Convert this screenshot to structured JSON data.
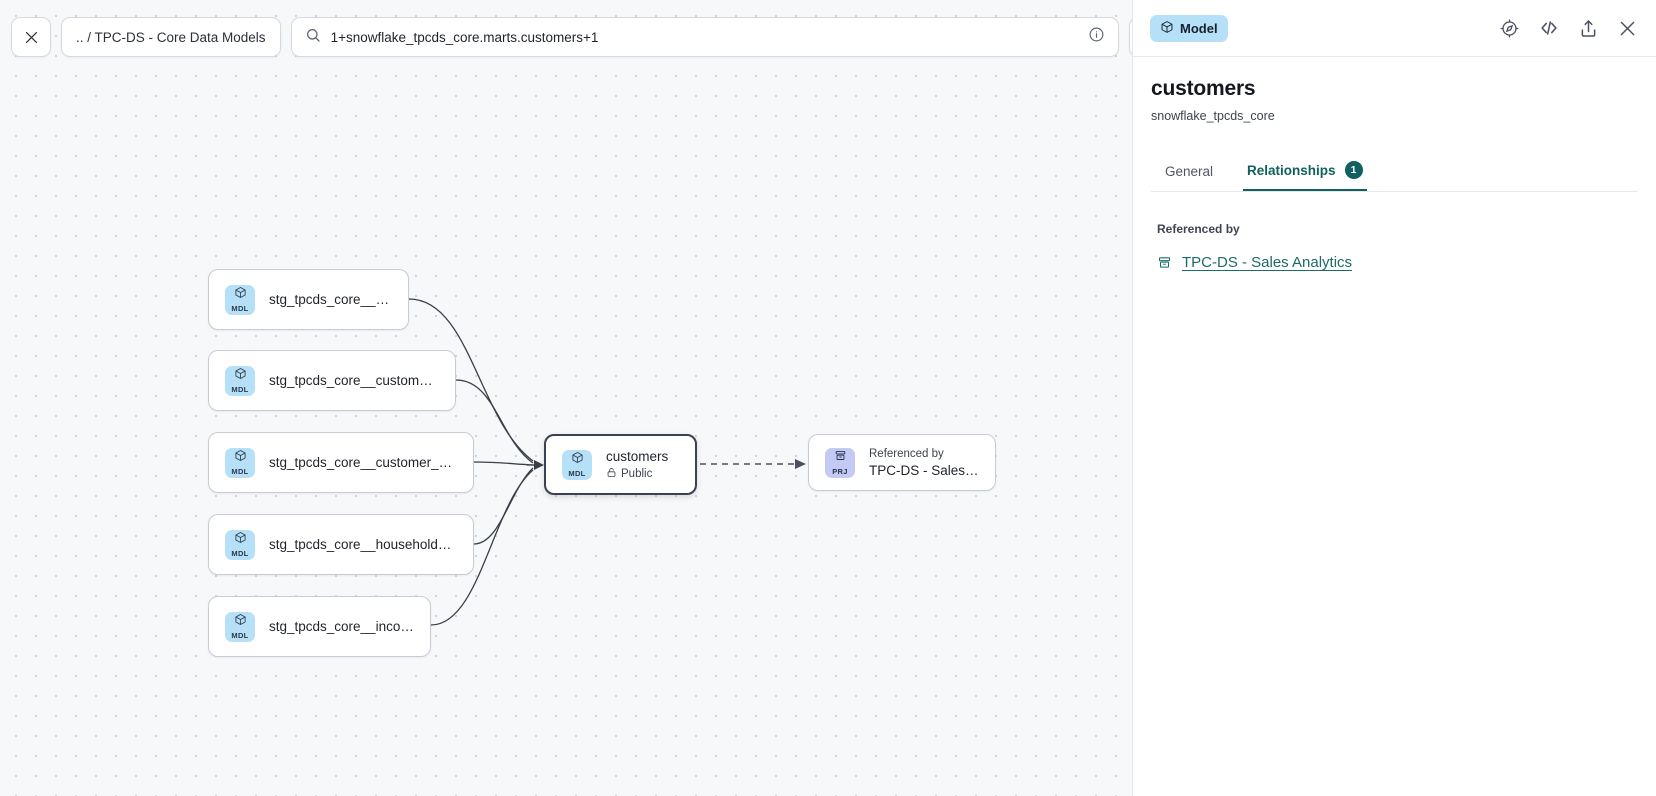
{
  "toolbar": {
    "close_icon": "close-icon",
    "breadcrumb": ".. / TPC-DS - Core Data Models",
    "search_icon": "search-icon",
    "search_value": "1+snowflake_tpcds_core.marts.customers+1",
    "info_icon": "info-icon",
    "refresh_icon": "refresh-icon"
  },
  "graph": {
    "nodes": [
      {
        "id": "stg-customer",
        "badge": "MDL",
        "badge_icon": "cube-icon",
        "label": "stg_tpcds_core__customer"
      },
      {
        "id": "stg-customer-address",
        "badge": "MDL",
        "badge_icon": "cube-icon",
        "label": "stg_tpcds_core__customer_address"
      },
      {
        "id": "stg-customer-demographics",
        "badge": "MDL",
        "badge_icon": "cube-icon",
        "label": "stg_tpcds_core__customer_demogra…"
      },
      {
        "id": "stg-household-demographics",
        "badge": "MDL",
        "badge_icon": "cube-icon",
        "label": "stg_tpcds_core__household_demogr…"
      },
      {
        "id": "stg-income-band",
        "badge": "MDL",
        "badge_icon": "cube-icon",
        "label": "stg_tpcds_core__income_band"
      }
    ],
    "focus_node": {
      "badge": "MDL",
      "badge_icon": "cube-icon",
      "label": "customers",
      "visibility": "Public",
      "visibility_icon": "lock-icon"
    },
    "project_node": {
      "badge": "PRJ",
      "badge_icon": "project-icon",
      "kicker": "Referenced by",
      "label": "TPC-DS - Sales Analytics"
    }
  },
  "panel": {
    "chip_label": "Model",
    "chip_icon": "cube-icon",
    "chip_color": "#b6e0f7",
    "actions": [
      {
        "name": "explore-icon"
      },
      {
        "name": "code-icon"
      },
      {
        "name": "share-icon"
      },
      {
        "name": "close-icon"
      }
    ],
    "title": "customers",
    "subtitle": "snowflake_tpcds_core",
    "accent_color": "#10605f",
    "tabs": [
      {
        "label": "General",
        "active": false,
        "count": null
      },
      {
        "label": "Relationships",
        "active": true,
        "count": "1"
      }
    ],
    "section_label": "Referenced by",
    "references": [
      {
        "label": "TPC-DS - Sales Analytics",
        "icon": "project-icon"
      }
    ]
  }
}
